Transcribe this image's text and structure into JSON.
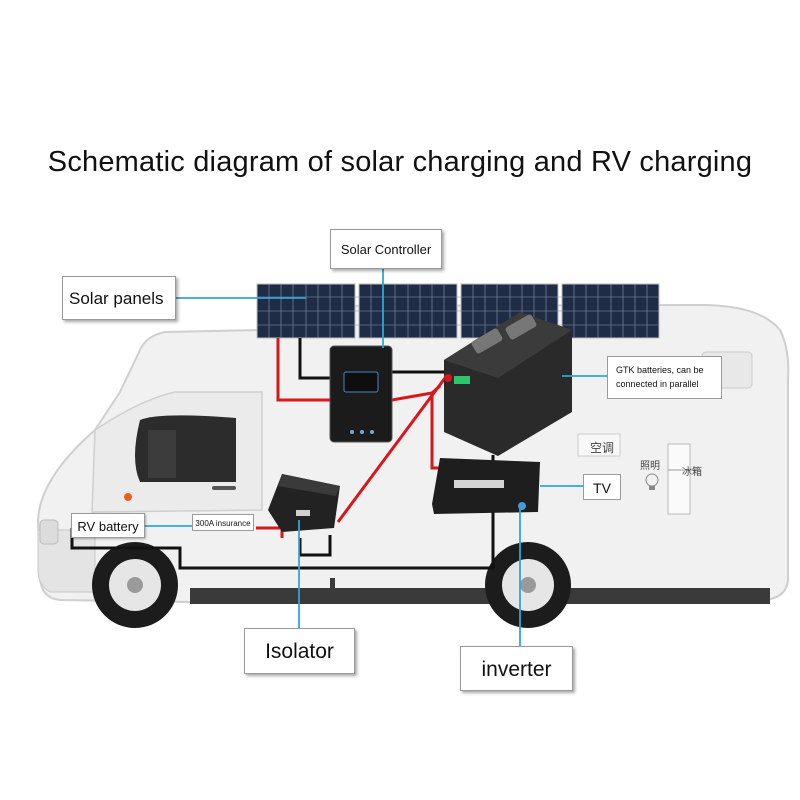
{
  "title": "Schematic diagram of solar charging and RV charging",
  "labels": {
    "solar_panels": "Solar panels",
    "solar_controller": "Solar Controller",
    "gtk_batteries": "GTK batteries, can be connected in parallel",
    "rv_battery": "RV battery",
    "insurance": "300A insurance",
    "tv": "TV",
    "isolator": "Isolator",
    "inverter": "inverter"
  },
  "appliance_labels": {
    "air_conditioner": "空调",
    "lighting": "照明",
    "fridge": "冰箱"
  },
  "colors": {
    "leader_line": "#2fa6d8",
    "positive_wire": "#d8161b",
    "negative_wire": "#111111",
    "rv_body": "#f1f1f1",
    "rv_outline": "#cfcfcf",
    "rv_trim": "#3a3a3a",
    "panel": "#1f2c46",
    "battery": "#2a2a2a"
  },
  "icons": [
    "solar-panel-icon",
    "solar-controller-icon",
    "battery-icon",
    "isolator-icon",
    "inverter-icon",
    "wheel-icon",
    "light-bulb-icon"
  ]
}
